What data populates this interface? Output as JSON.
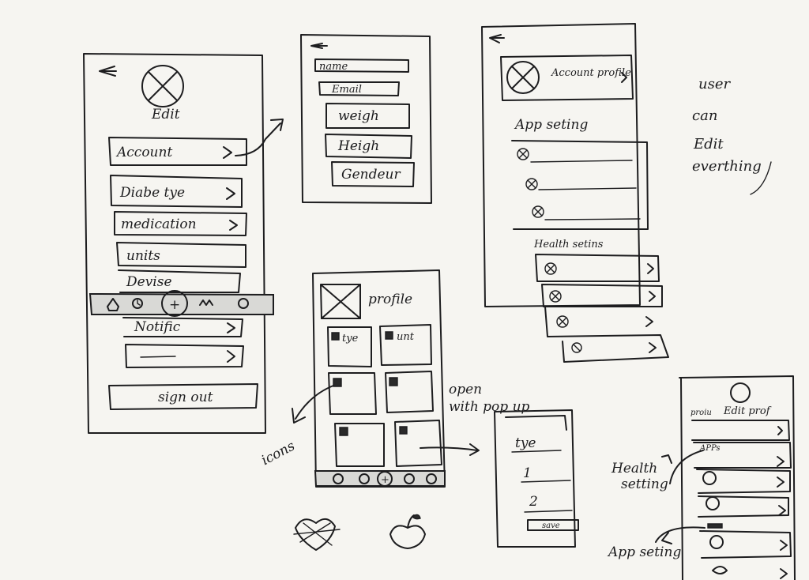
{
  "screen1": {
    "edit_label": "Edit",
    "menu": [
      "Account",
      "Diabe tye",
      "medication",
      "units",
      "Devise",
      "Notific",
      "",
      "sign out"
    ],
    "nav_plus": "+"
  },
  "screen2": {
    "fields": [
      "name",
      "Email",
      "weigh",
      "Heigh",
      "Gendeur"
    ]
  },
  "screen3": {
    "header": "Account profile",
    "app_setting": "App seting",
    "health_setting": "Health setins"
  },
  "screen4": {
    "title": "profile",
    "tiles": [
      "tye",
      "unt"
    ],
    "nav_plus": "+"
  },
  "popup": {
    "title": "tye",
    "items": [
      "1",
      "2"
    ],
    "action": "save"
  },
  "screen6": {
    "left_label": "proiu",
    "title": "Edit prof",
    "apps_tag": "APPs"
  },
  "notes": {
    "top_right": [
      "user",
      "can",
      "Edit",
      "everthing"
    ],
    "icons": "icons",
    "open_popup": [
      "open",
      "with pop up"
    ],
    "health": [
      "Health",
      "setting"
    ],
    "app_setting": "App seting"
  }
}
